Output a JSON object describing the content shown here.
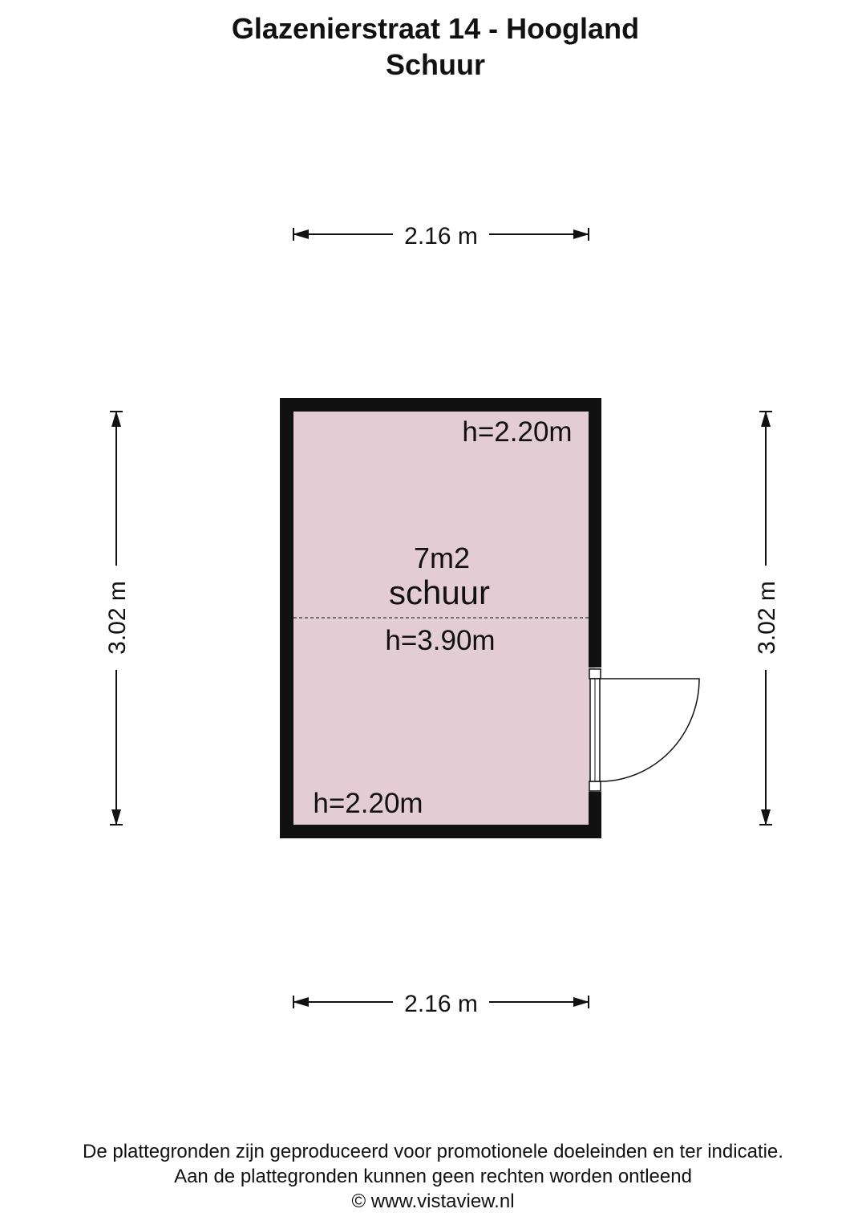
{
  "header": {
    "address": "Glazenierstraat 14 - Hoogland",
    "floor_name": "Schuur"
  },
  "plan": {
    "room_area": "7m2",
    "room_name": "schuur",
    "height_top_right": "h=2.20m",
    "height_center": "h=3.90m",
    "height_bottom_left": "h=2.20m",
    "room_fill_color": "#e3ccd4",
    "wall_color": "#111111"
  },
  "dimensions": {
    "top_width": "2.16 m",
    "bottom_width": "2.16 m",
    "left_depth": "3.02 m",
    "right_depth": "3.02 m"
  },
  "footer": {
    "line1": "De plattegronden zijn geproduceerd voor promotionele doeleinden en ter indicatie.",
    "line2": "Aan de plattegronden kunnen geen rechten worden ontleend",
    "line3": "© www.vistaview.nl"
  }
}
